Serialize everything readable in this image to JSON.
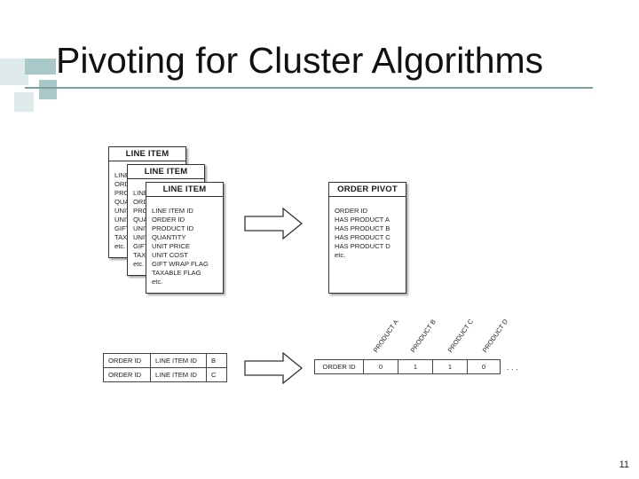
{
  "slide": {
    "title": "Pivoting for Cluster Algorithms",
    "page_number": "11"
  },
  "cards": {
    "back": {
      "header": "LINE ITEM",
      "fields": [
        "LINE ITEM ID",
        "ORDER ID",
        "PRODUCT ID",
        "QUANTITY",
        "UNIT PRICE",
        "UNIT COST",
        "GIFT WRAP FLAG",
        "TAXABLE FLAG",
        "etc."
      ]
    },
    "middle": {
      "header": "LINE ITEM",
      "fields": [
        "LINE ITEM ID",
        "ORDER ID",
        "PRODUCT ID",
        "QUANTITY",
        "UNIT PRICE",
        "UNIT COST",
        "GIFT WRAP FLAG",
        "TAXABLE FLAG",
        "etc."
      ]
    },
    "front": {
      "header": "LINE ITEM",
      "fields": [
        "LINE ITEM ID",
        "ORDER ID",
        "PRODUCT ID",
        "QUANTITY",
        "UNIT PRICE",
        "UNIT COST",
        "GIFT WRAP FLAG",
        "TAXABLE FLAG",
        "etc."
      ]
    },
    "pivot": {
      "header": "ORDER PIVOT",
      "fields": [
        "ORDER ID",
        "HAS PRODUCT A",
        "HAS PRODUCT B",
        "HAS PRODUCT C",
        "HAS PRODUCT D",
        "etc."
      ]
    }
  },
  "line_item_table": {
    "rows": [
      [
        "ORDER ID",
        "LINE ITEM ID",
        "B"
      ],
      [
        "ORDER ID",
        "LINE ITEM ID",
        "C"
      ]
    ]
  },
  "pivot_row": {
    "product_labels": [
      "PRODUCT A",
      "PRODUCT B",
      "PRODUCT C",
      "PRODUCT D"
    ],
    "cells": [
      "ORDER ID",
      "0",
      "1",
      "1",
      "0"
    ],
    "ellipsis": ". . ."
  },
  "colors": {
    "deco_teal": "#a9c9c9",
    "deco_light": "#dfeaea",
    "deco_mid": "#7fb0b0"
  }
}
